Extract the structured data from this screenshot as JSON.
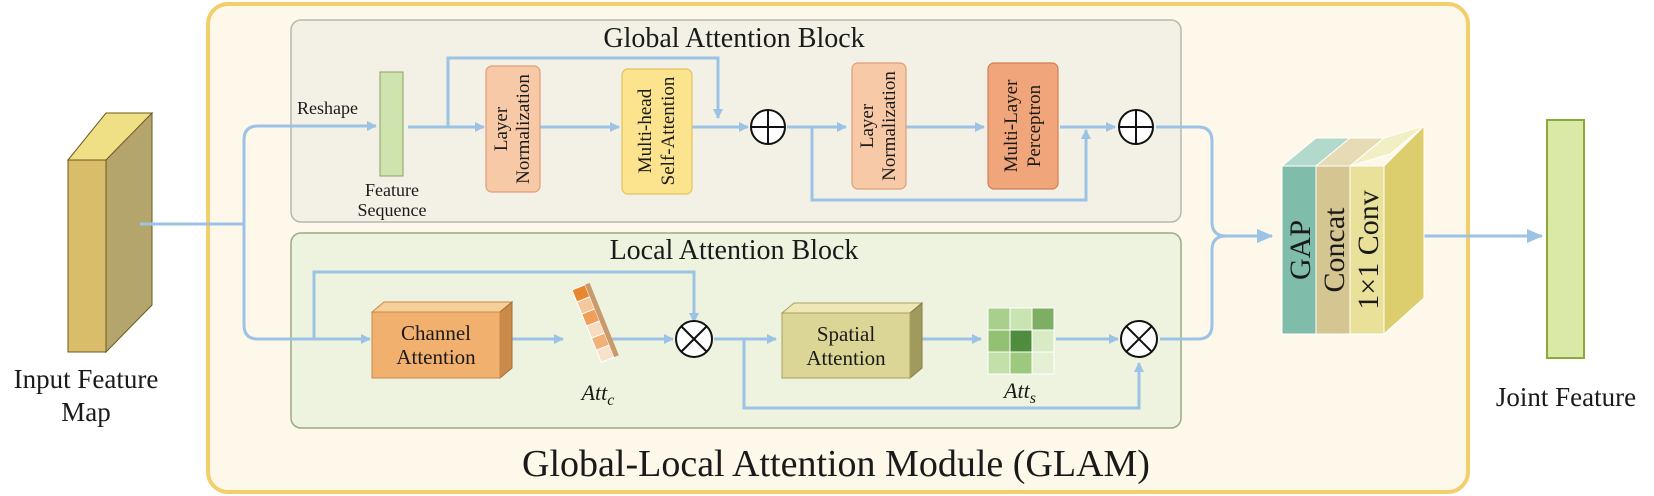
{
  "input": {
    "label_line1": "Input Feature",
    "label_line2": "Map"
  },
  "output": {
    "label": "Joint Feature"
  },
  "module": {
    "title": "Global-Local Attention Module (GLAM)"
  },
  "global_block": {
    "title": "Global Attention Block",
    "reshape_label": "Reshape",
    "feature_sequence_line1": "Feature",
    "feature_sequence_line2": "Sequence",
    "layer_norm1": {
      "line1": "Layer",
      "line2": "Normalization"
    },
    "mhsa": {
      "line1": "Multi-head",
      "line2": "Self-Attention"
    },
    "layer_norm2": {
      "line1": "Layer",
      "line2": "Normalization"
    },
    "mlp": {
      "line1": "Multi-Layer",
      "line2": "Perceptron"
    }
  },
  "local_block": {
    "title": "Local Attention Block",
    "channel_attention": {
      "line1": "Channel",
      "line2": "Attention"
    },
    "spatial_attention": {
      "line1": "Spatial",
      "line2": "Attention"
    },
    "att_c": {
      "base": "Att",
      "sub": "c"
    },
    "att_s": {
      "base": "Att",
      "sub": "s"
    }
  },
  "fusion": {
    "gap": "GAP",
    "concat": "Concat",
    "conv": "1×1 Conv"
  },
  "colors": {
    "module_border": "#f2cf6a",
    "module_fill": "#fdf8e9",
    "global_fill": "#f3f0e6",
    "local_fill": "#eef3e0",
    "arrow": "#9cc3e6",
    "layer_norm": "#f8c9a6",
    "mhsa": "#fce48e",
    "mlp": "#f1a57a",
    "channel_attention": "#f2b06e",
    "spatial_attention": "#dbd596",
    "input_front": "#d9bd6a",
    "output_bar": "#dbe9a6",
    "gap": "#7fbcaa",
    "concat": "#d5c590",
    "conv": "#e9e19a"
  }
}
